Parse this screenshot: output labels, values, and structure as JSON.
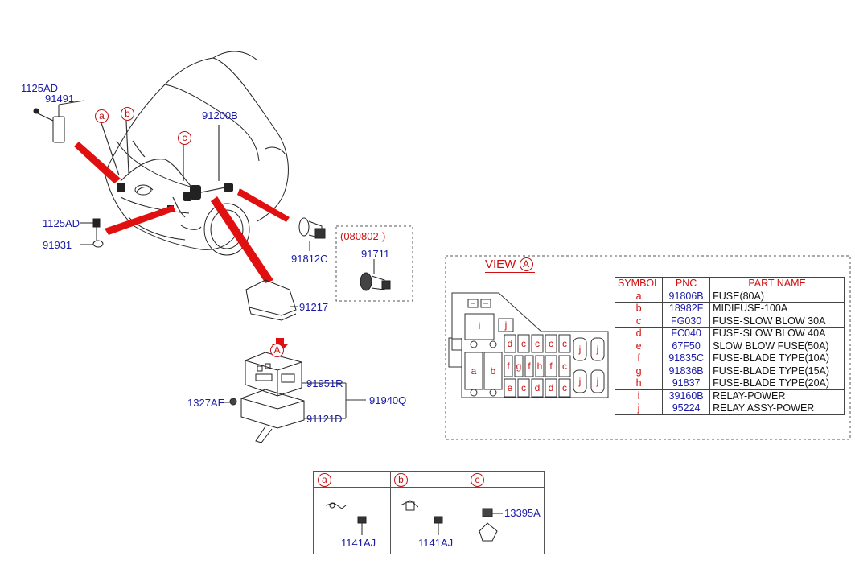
{
  "callouts": {
    "p1125AD_top": "1125AD",
    "p91491": "91491",
    "p91200B": "91200B",
    "p1125AD_mid": "1125AD",
    "p91931": "91931",
    "p91812C": "91812C",
    "date_range": "(080802-)",
    "p91711": "91711",
    "p91217": "91217",
    "p91951R": "91951R",
    "p91940Q": "91940Q",
    "p1327AE": "1327AE",
    "p91121D": "91121D",
    "detail_1141AJ_a": "1141AJ",
    "detail_1141AJ_b": "1141AJ",
    "detail_13395A": "13395A"
  },
  "markers": {
    "a": "a",
    "b": "b",
    "c": "c",
    "A": "A"
  },
  "view": {
    "title": "VIEW",
    "marker": "A",
    "fuse_labels": {
      "minus1": "−",
      "minus2": "−",
      "i": "i",
      "j_top": "j",
      "a": "a",
      "b": "b",
      "d1": "d",
      "c1": "c",
      "c2": "c",
      "c3": "c",
      "c4": "c",
      "j1": "j",
      "j2": "j",
      "f1": "f",
      "g1": "g",
      "f2": "f",
      "h1": "h",
      "f3": "f",
      "c5": "c",
      "e1": "e",
      "c6": "c",
      "d2": "d",
      "d3": "d",
      "c7": "c",
      "j3": "j",
      "j4": "j"
    }
  },
  "table": {
    "headers": [
      "SYMBOL",
      "PNC",
      "PART NAME"
    ],
    "rows": [
      [
        "a",
        "91806B",
        "FUSE(80A)"
      ],
      [
        "b",
        "18982F",
        "MIDIFUSE-100A"
      ],
      [
        "c",
        "FG030",
        "FUSE-SLOW BLOW 30A"
      ],
      [
        "d",
        "FC040",
        "FUSE-SLOW BLOW 40A"
      ],
      [
        "e",
        "67F50",
        "SLOW BLOW FUSE(50A)"
      ],
      [
        "f",
        "91835C",
        "FUSE-BLADE TYPE(10A)"
      ],
      [
        "g",
        "91836B",
        "FUSE-BLADE TYPE(15A)"
      ],
      [
        "h",
        "91837",
        "FUSE-BLADE TYPE(20A)"
      ],
      [
        "i",
        "39160B",
        "RELAY-POWER"
      ],
      [
        "j",
        "95224",
        "RELAY ASSY-POWER"
      ]
    ]
  },
  "detail_headers": [
    "a",
    "b",
    "c"
  ],
  "colors": {
    "pnc": "#1a1aa8",
    "symbol": "#d01010",
    "arrow": "#e01010"
  }
}
